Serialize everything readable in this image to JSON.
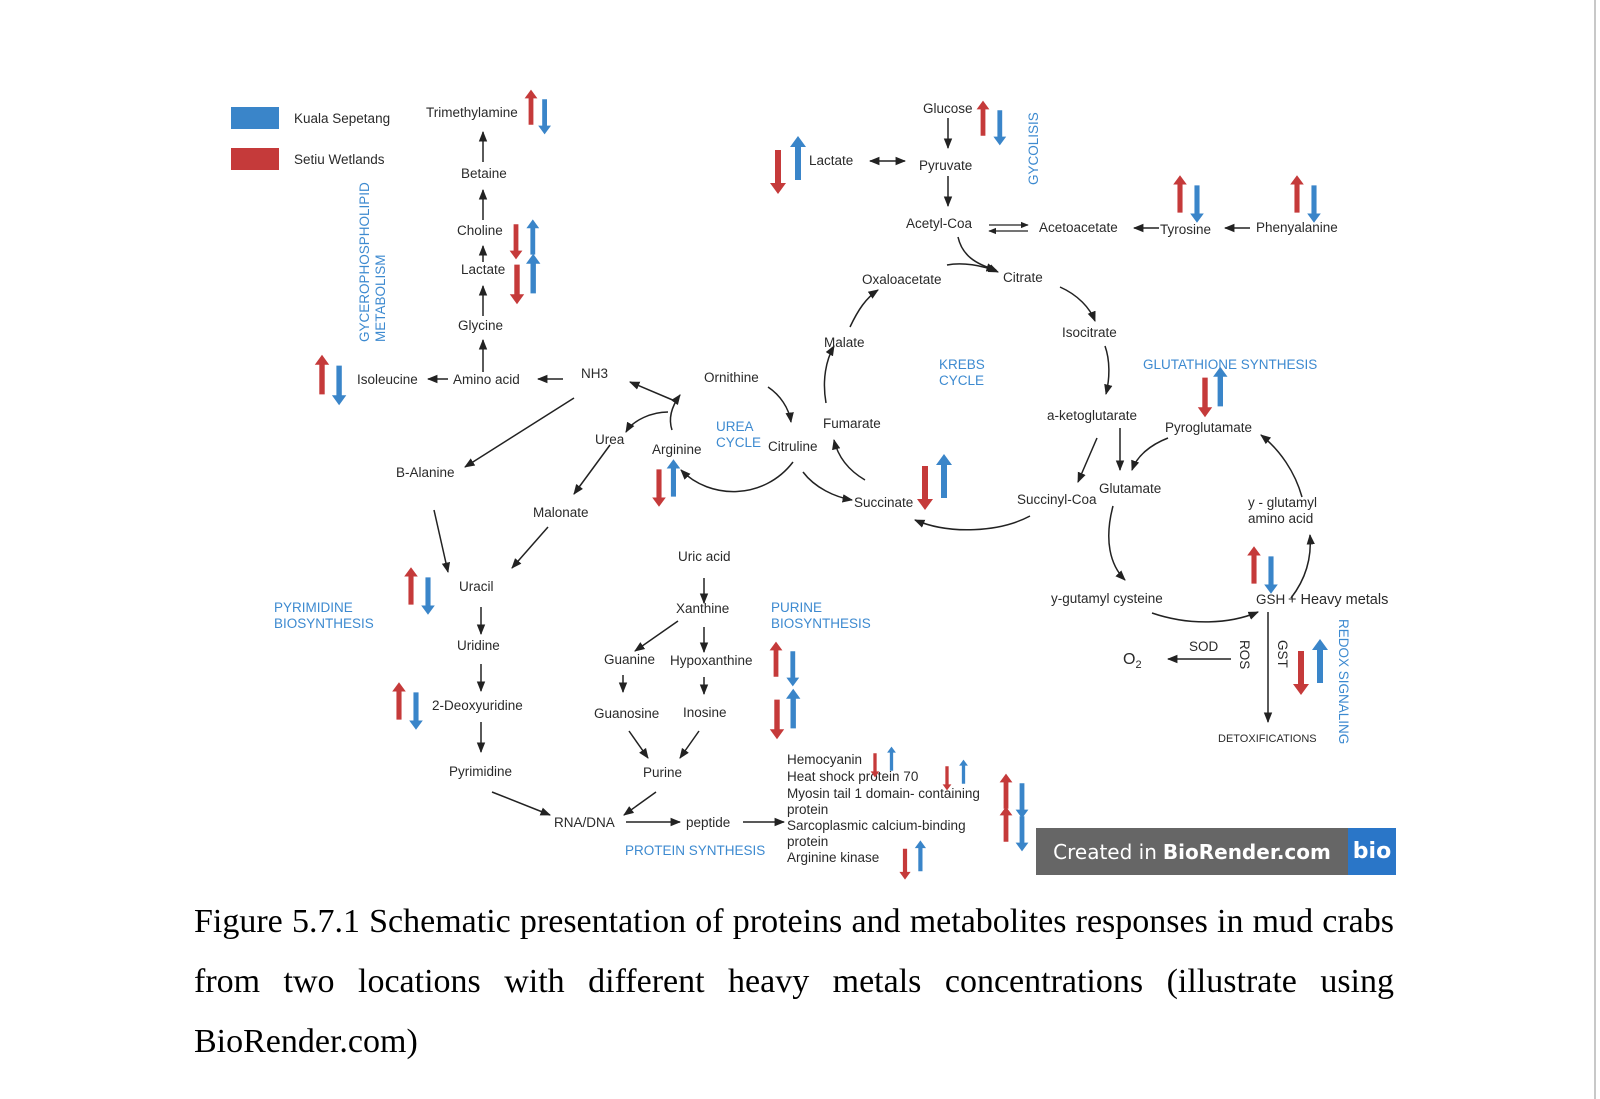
{
  "colors": {
    "blue": "#3a85c9",
    "red": "#c53a3a",
    "label_blue": "#3d8ad0"
  },
  "legend": [
    {
      "name": "Kuala Sepetang",
      "color": "#3a85c9"
    },
    {
      "name": "Setiu Wetlands",
      "color": "#c53a3a"
    }
  ],
  "pathways": {
    "glycerophospholipid": [
      "GYCEROPHOSPHOLIPID",
      "METABOLISM"
    ],
    "glycolysis": "GYCOLISIS",
    "urea": [
      "UREA",
      "CYCLE"
    ],
    "krebs": [
      "KREBS",
      "CYCLE"
    ],
    "glutathione": "GLUTATHIONE SYNTHESIS",
    "pyrimidine": [
      "PYRIMIDINE",
      "BIOSYNTHESIS"
    ],
    "purine": [
      "PURINE",
      "BIOSYNTHESIS"
    ],
    "protein": "PROTEIN SYNTHESIS",
    "redox": "REDOX SIGNALING"
  },
  "nodes": {
    "trimethylamine": "Trimethylamine",
    "betaine": "Betaine",
    "choline": "Choline",
    "lactate_gp": "Lactate",
    "glycine": "Glycine",
    "isoleucine": "Isoleucine",
    "amino_acid": "Amino acid",
    "nh3": "NH3",
    "b_alanine": "B-Alanine",
    "urea": "Urea",
    "ornithine": "Ornithine",
    "arginine": "Arginine",
    "citruline": "Citruline",
    "malonate": "Malonate",
    "glucose": "Glucose",
    "lactate": "Lactate",
    "pyruvate": "Pyruvate",
    "acetyl_coa": "Acetyl-Coa",
    "acetoacetate": "Acetoacetate",
    "tyrosine": "Tyrosine",
    "phenyalanine": "Phenyalanine",
    "oxaloacetate": "Oxaloacetate",
    "citrate": "Citrate",
    "malate": "Malate",
    "isocitrate": "Isocitrate",
    "fumarate": "Fumarate",
    "a_ketoglutarate": "a-ketoglutarate",
    "succinate": "Succinate",
    "succinyl_coa": "Succinyl-Coa",
    "glutamate": "Glutamate",
    "pyroglutamate": "Pyroglutamate",
    "y_glutamyl_amino_acid": [
      "y - glutamyl",
      "amino acid"
    ],
    "y_glutamyl_cysteine": "y-gutamyl cysteine",
    "gsh": "GSH",
    "heavy_metals": "+ Heavy metals",
    "sod": "SOD",
    "o2": "O",
    "o2_sub": "2",
    "ros": "ROS",
    "gst": "GST",
    "detoxifications": "DETOXIFICATIONS",
    "uracil": "Uracil",
    "uridine": "Uridine",
    "deoxyuridine": "2-Deoxyuridine",
    "pyrimidine": "Pyrimidine",
    "rna_dna": "RNA/DNA",
    "uric_acid": "Uric acid",
    "xanthine": "Xanthine",
    "guanine": "Guanine",
    "hypoxanthine": "Hypoxanthine",
    "guanosine": "Guanosine",
    "inosine": "Inosine",
    "purine": "Purine",
    "peptide": "peptide"
  },
  "proteins": [
    "Hemocyanin",
    "Heat shock protein 70",
    "Myosin tail 1 domain- containing",
    "protein",
    "Sarcoplasmic calcium-binding",
    "protein",
    "Arginine kinase"
  ],
  "badge": {
    "prefix": "Created in",
    "brand": "BioRender.com",
    "logo": "bio"
  },
  "caption": "Figure 5.7.1 Schematic presentation of proteins and metabolites responses in mud crabs from two locations with different heavy metals concentrations (illustrate using BioRender.com)"
}
